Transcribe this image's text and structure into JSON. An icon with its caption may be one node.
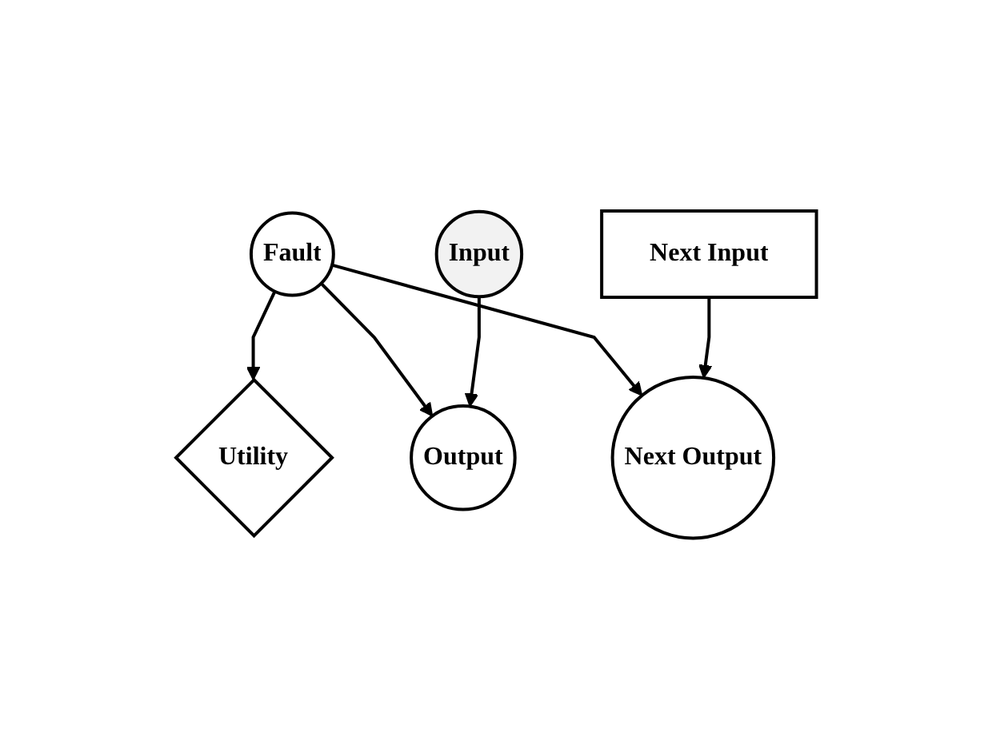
{
  "diagram": {
    "nodes": [
      {
        "text": [
          "Utility"
        ]
      },
      {
        "text": [
          "Fault"
        ]
      },
      {
        "text": [
          "Input"
        ]
      },
      {
        "text": [
          "Output"
        ]
      },
      {
        "text": [
          "Next Input"
        ]
      },
      {
        "text": [
          "Next Output"
        ]
      }
    ],
    "edges": [
      {
        "from": 1,
        "to": 0,
        "arrow": "to"
      },
      {
        "from": 1,
        "to": 3,
        "arrow": "to"
      },
      {
        "from": 1,
        "to": 5,
        "arrow": "to"
      },
      {
        "from": 2,
        "to": 3,
        "arrow": "to"
      },
      {
        "from": 4,
        "to": 5,
        "arrow": "to"
      }
    ]
  }
}
